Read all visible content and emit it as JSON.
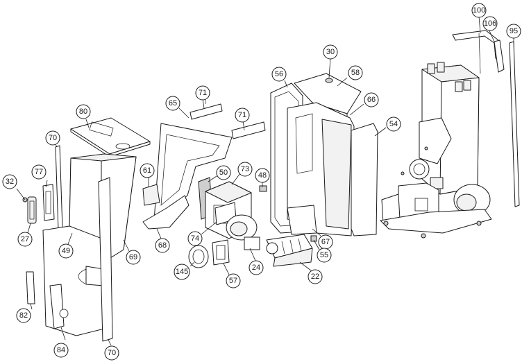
{
  "callouts": [
    {
      "id": "100",
      "label": "100"
    },
    {
      "id": "106",
      "label": "106"
    },
    {
      "id": "95",
      "label": "95"
    },
    {
      "id": "30",
      "label": "30"
    },
    {
      "id": "56",
      "label": "56"
    },
    {
      "id": "58",
      "label": "58"
    },
    {
      "id": "66",
      "label": "66"
    },
    {
      "id": "54",
      "label": "54"
    },
    {
      "id": "71a",
      "label": "71"
    },
    {
      "id": "65",
      "label": "65"
    },
    {
      "id": "71b",
      "label": "71"
    },
    {
      "id": "80",
      "label": "80"
    },
    {
      "id": "70a",
      "label": "70"
    },
    {
      "id": "77",
      "label": "77"
    },
    {
      "id": "32",
      "label": "32"
    },
    {
      "id": "27",
      "label": "27"
    },
    {
      "id": "49",
      "label": "49"
    },
    {
      "id": "69",
      "label": "69"
    },
    {
      "id": "61",
      "label": "61"
    },
    {
      "id": "50",
      "label": "50"
    },
    {
      "id": "73",
      "label": "73"
    },
    {
      "id": "48",
      "label": "48"
    },
    {
      "id": "68",
      "label": "68"
    },
    {
      "id": "74",
      "label": "74"
    },
    {
      "id": "67",
      "label": "67"
    },
    {
      "id": "55",
      "label": "55"
    },
    {
      "id": "145",
      "label": "145"
    },
    {
      "id": "57",
      "label": "57"
    },
    {
      "id": "24",
      "label": "24"
    },
    {
      "id": "22",
      "label": "22"
    },
    {
      "id": "82",
      "label": "82"
    },
    {
      "id": "84",
      "label": "84"
    },
    {
      "id": "70b",
      "label": "70"
    }
  ]
}
